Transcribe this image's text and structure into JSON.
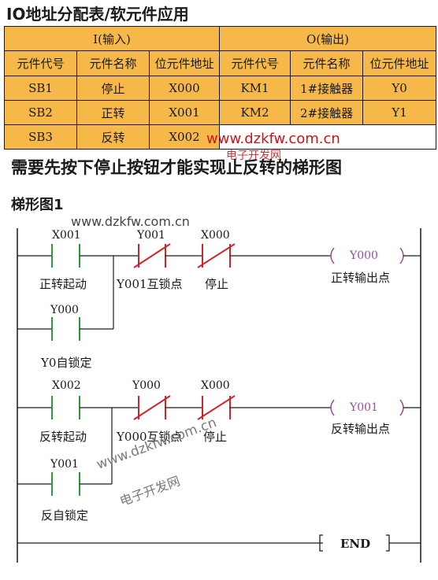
{
  "title": "IO地址分配表/软元件应用",
  "io_table": {
    "input_header": "I(输入)",
    "output_header": "O(输出)",
    "columns": [
      "元件代号",
      "元件名称",
      "位元件地址",
      "元件代号",
      "元件名称",
      "位元件地址"
    ],
    "rows": [
      [
        "SB1",
        "停止",
        "X000",
        "KM1",
        "1#接触器",
        "Y0"
      ],
      [
        "SB2",
        "正转",
        "X001",
        "KM2",
        "2#接触器",
        "Y1"
      ],
      [
        "SB3",
        "反转",
        "X002",
        "",
        "",
        ""
      ]
    ]
  },
  "heading": "需要先按下停止按钮才能实现止反转的梯形图",
  "subheading": "梯形图1",
  "watermarks": {
    "url": "www.dzkfw.com.cn",
    "cn": "电子开发网"
  },
  "ladder": {
    "rung1": {
      "contact1": {
        "addr": "X001",
        "label": "正转起动"
      },
      "contact2": {
        "addr": "Y001",
        "label": "Y001互锁点"
      },
      "contact3": {
        "addr": "X000",
        "label": "停止"
      },
      "seal": {
        "addr": "Y000",
        "label": "Y0自锁定"
      },
      "coil": {
        "addr": "Y000",
        "label": "正转输出点"
      }
    },
    "rung2": {
      "contact1": {
        "addr": "X002",
        "label": "反转起动"
      },
      "contact2": {
        "addr": "Y000",
        "label": "Y000互锁点"
      },
      "contact3": {
        "addr": "X000",
        "label": "停止"
      },
      "seal": {
        "addr": "Y001",
        "label": "反自锁定"
      },
      "coil": {
        "addr": "Y001",
        "label": "反转输出点"
      }
    },
    "end": "END"
  },
  "colors": {
    "table_fill": "#f7b84a",
    "contact_green": "#2a9a3c",
    "nc_red": "#d0242a",
    "coil_purple": "#a04a9c",
    "watermark_red": "#c8151c"
  }
}
